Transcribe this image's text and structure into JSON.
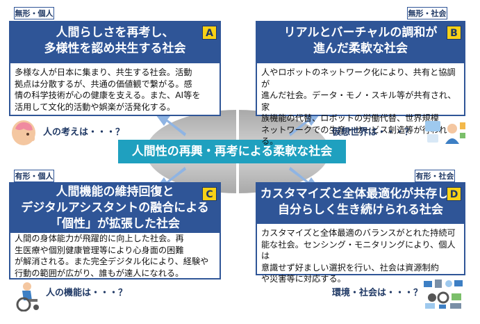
{
  "center": {
    "title": "人間性の再興・再考による柔軟な社会"
  },
  "quadrants": [
    {
      "id": "A",
      "tag": "無形・個人",
      "title_lines": [
        "人間らしさを再考し、",
        "多様性を認め共生する社会"
      ],
      "body_lines": [
        "多様な人が日本に集まり、共生する社会。活動",
        "拠点は分散するが、共通の価値観で繋がる。感",
        "情の科学技術が心の健康を支える。また、AI等を",
        "活用して文化的活動や娯楽が活発化する。"
      ],
      "question": "人の考えは・・・？",
      "icon": "brain-head-icon"
    },
    {
      "id": "B",
      "tag": "無形・社会",
      "title_lines": [
        "リアルとバーチャルの調和が",
        "進んだ柔軟な社会"
      ],
      "body_lines": [
        "人やロボットのネットワーク化により、共有と協調が",
        "進んだ社会。データ・モノ・スキル等が共有され、家",
        "族機能の代替、ロボットの労働代替、世界規模",
        "ネットワークでの生産・サービス創造等が行われる。"
      ],
      "question": "仮想世界は・・・？",
      "icon": "virtual-world-icon"
    },
    {
      "id": "C",
      "tag": "有形・個人",
      "title_lines": [
        "人間機能の維持回復と",
        "デジタルアシスタントの融合による",
        "「個性」が拡張した社会"
      ],
      "body_lines": [
        "人間の身体能力が飛躍的に向上した社会。再",
        "生医療や個別健康管理等により心身面の困難",
        "が解消される。また完全デジタル化により、経験や",
        "行動の範囲が広がり、誰もが達人になれる。"
      ],
      "question": "人の機能は・・・？",
      "icon": "wheelchair-user-icon"
    },
    {
      "id": "D",
      "tag": "有形・社会",
      "title_lines": [
        "カスタマイズと全体最適化が共存し、",
        "自分らしく生き続けられる社会"
      ],
      "body_lines": [
        "カスタマイズと全体最適のバランスがとれた持続可",
        "能な社会。センシング・モニタリングにより、個人は",
        "意識せず好ましい選択を行い、社会は資源制約",
        "や災害等に対応する。"
      ],
      "question": "環境・社会は・・・？",
      "icon": "environment-society-icon"
    }
  ],
  "colors": {
    "navy": "#2f5597",
    "teal": "#1fa0bf",
    "yellow": "#f7d116",
    "arrow": "#8fb4e3",
    "ellipse": "#bfbfbf"
  }
}
